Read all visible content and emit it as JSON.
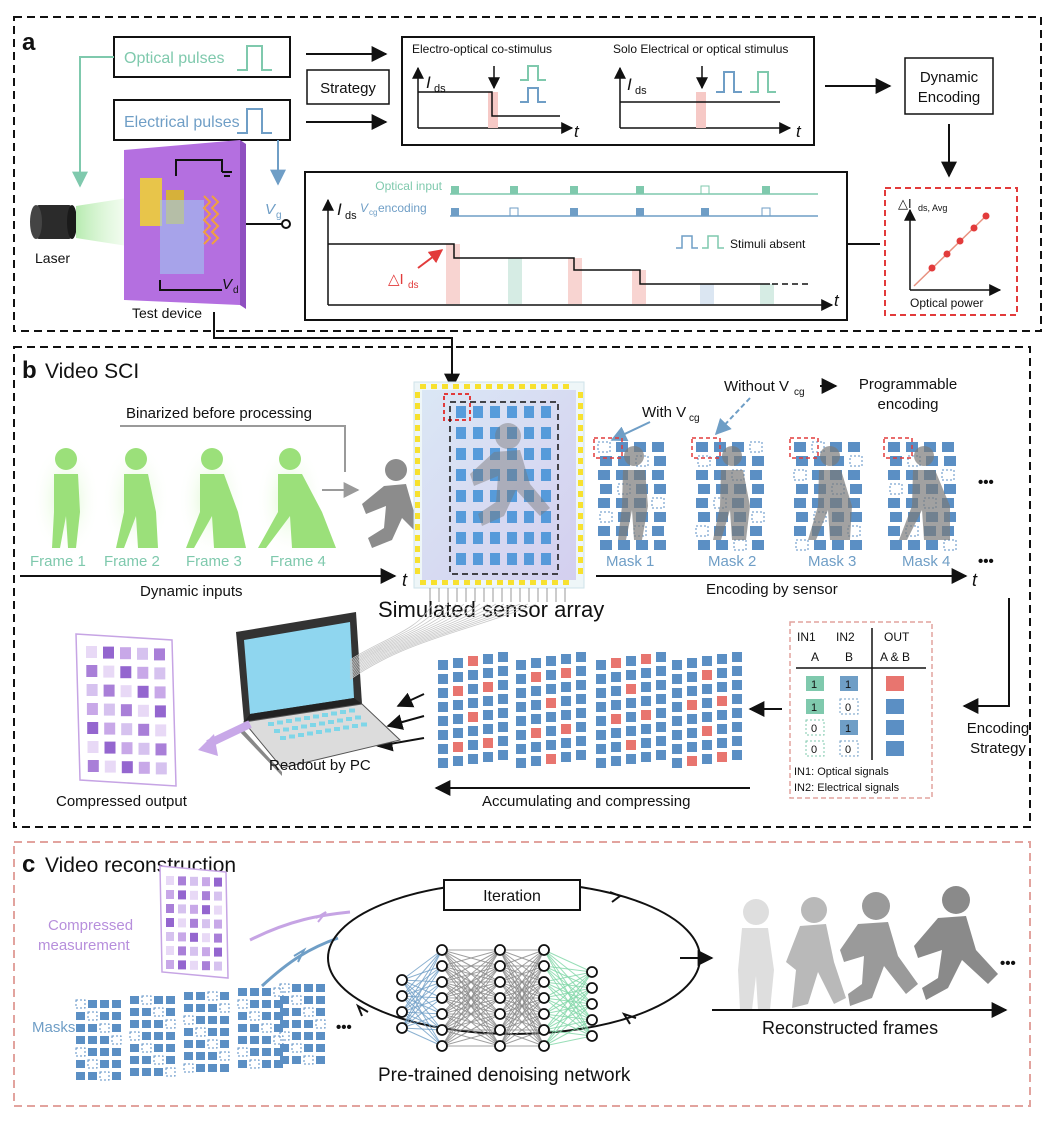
{
  "panel_a": {
    "letter": "a",
    "optical_pulses": "Optical pulses",
    "electrical_pulses": "Electrical pulses",
    "strategy": "Strategy",
    "co_stimulus": "Electro-optical co-stimulus",
    "solo_stimulus": "Solo Electrical or optical stimulus",
    "ids_I": "I",
    "ids_sub": "ds",
    "t": "t",
    "dynamic_encoding_1": "Dynamic",
    "dynamic_encoding_2": "Encoding",
    "laser": "Laser",
    "test_device": "Test device",
    "vg_V": "V",
    "vg_sub": "g",
    "vd_V": "V",
    "vd_sub": "d",
    "optical_input": "Optical input",
    "vcg_V": "V",
    "vcg_sub": "cg",
    "vcg_rest": " encoding",
    "stimuli_absent": "Stimuli absent",
    "delta_ids": "△I",
    "delta_ids_sub": "ds",
    "avg_label": "△I",
    "avg_label_sub": "ds, Avg",
    "optical_power": "Optical power"
  },
  "panel_b": {
    "letter": "b",
    "title": "Video SCI",
    "binarized": "Binarized before processing",
    "frames": [
      "Frame 1",
      "Frame 2",
      "Frame 3",
      "Frame 4"
    ],
    "dynamic_inputs": "Dynamic inputs",
    "t": "t",
    "sensor_array": "Simulated sensor array",
    "with_vcg": "With V",
    "with_vcg_sub": "cg",
    "without_vcg": "Without V",
    "without_vcg_sub": "cg",
    "programmable_1": "Programmable",
    "programmable_2": "encoding",
    "masks": [
      "Mask 1",
      "Mask 2",
      "Mask 3",
      "Mask 4"
    ],
    "encoding_by_sensor": "Encoding by sensor",
    "ellipsis": "•••",
    "compressed_output": "Compressed output",
    "readout": "Readout by PC",
    "accumulating": "Accumulating and compressing",
    "encoding_strategy_1": "Encoding",
    "encoding_strategy_2": "Strategy",
    "table": {
      "headers": [
        "IN1",
        "IN2",
        "OUT"
      ],
      "subheaders": [
        "A",
        "B",
        "A & B"
      ],
      "rows": [
        [
          "1",
          "1"
        ],
        [
          "1",
          "0"
        ],
        [
          "0",
          "1"
        ],
        [
          "0",
          "0"
        ]
      ],
      "note1": "IN1: Optical signals",
      "note2": "IN2: Electrical signals"
    }
  },
  "panel_c": {
    "letter": "c",
    "title": "Video reconstruction",
    "iteration": "Iteration",
    "compressed_1": "Compressed",
    "compressed_2": "measurement",
    "masks": "Masks",
    "ellipsis": "•••",
    "network": "Pre-trained denoising network",
    "reconstructed": "Reconstructed frames"
  },
  "colors": {
    "optical": "#7fc9ad",
    "electrical": "#6f9ec6",
    "pink": "#f6c9c6",
    "red": "#e23b3b",
    "purple": "#b78fdc",
    "green_glow": "#9be07a",
    "grey_figure": "#8c8c8c",
    "pixel_blue": "#5b8fc4",
    "pixel_red": "#e8756f",
    "border": "#111111",
    "border_c": "#e2a39e"
  }
}
